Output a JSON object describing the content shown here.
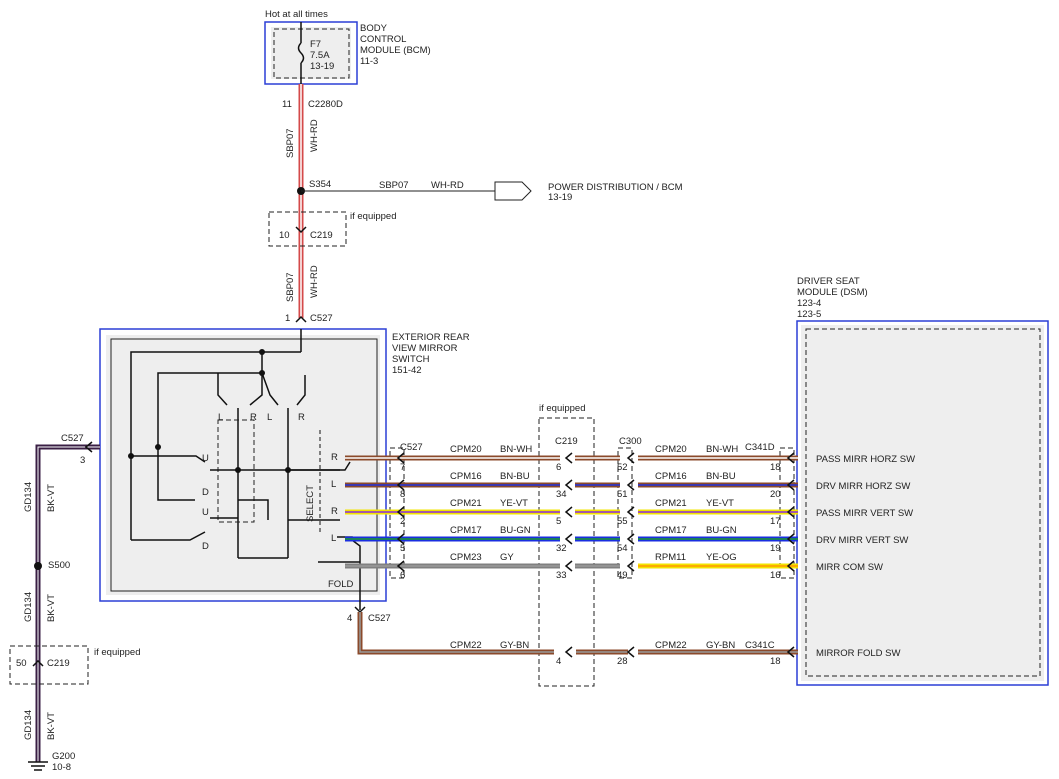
{
  "top": {
    "hot_label": "Hot at all times",
    "fuse": "F7",
    "fuse_amp": "7.5A",
    "fuse_ref": "13-19",
    "bcm_title_1": "BODY",
    "bcm_title_2": "CONTROL",
    "bcm_title_3": "MODULE (BCM)",
    "bcm_ref": "11-3",
    "pin_11": "11",
    "c2280d": "C2280D",
    "circuit_1": "SBP07",
    "color_1": "WH-RD",
    "splice": "S354",
    "branch_circuit": "SBP07",
    "branch_color": "WH-RD",
    "power_dist": "POWER DISTRIBUTION / BCM",
    "power_dist_ref": "13-19",
    "if_equipped_1": "if equipped",
    "pin_10": "10",
    "c219_top": "C219",
    "circuit_2": "SBP07",
    "color_2": "WH-RD",
    "pin_1": "1",
    "c527_top": "C527"
  },
  "mirror_switch": {
    "title_1": "EXTERIOR REAR",
    "title_2": "VIEW MIRROR",
    "title_3": "SWITCH",
    "ref": "151-42",
    "fold": "FOLD",
    "select": "SELECT",
    "sw_L1": "L",
    "sw_R1": "R",
    "sw_L2": "L",
    "sw_R2": "R",
    "sw_U1": "U",
    "sw_D1": "D",
    "sw_U2": "U",
    "sw_D2": "D",
    "sel_R1": "R",
    "sel_L1": "L",
    "sel_R2": "R",
    "sel_L2": "L"
  },
  "left": {
    "c527": "C527",
    "pin_3": "3",
    "circuit_a": "GD134",
    "color_a": "BK-VT",
    "splice": "S500",
    "circuit_b": "GD134",
    "color_b": "BK-VT",
    "pin_50": "50",
    "c219": "C219",
    "if_equipped": "if equipped",
    "circuit_c": "GD134",
    "color_c": "BK-VT",
    "ground": "G200",
    "ground_ref": "10-8"
  },
  "middle": {
    "c527": "C527",
    "c219": "C219",
    "c300": "C300",
    "if_equipped": "if equipped",
    "c527_bottom": "C527",
    "pin_4_c527": "4"
  },
  "dsm": {
    "title_1": "DRIVER SEAT",
    "title_2": "MODULE (DSM)",
    "ref_1": "123-4",
    "ref_2": "123-5",
    "c341d": "C341D",
    "c341c": "C341C"
  },
  "wires": [
    {
      "pin_left": "7",
      "circuit_l": "CPM20",
      "color_l": "BN-WH",
      "pin_c219": "6",
      "pin_c300": "52",
      "circuit_r": "CPM20",
      "color_r": "BN-WH",
      "pin_dsm": "18",
      "signal": "PASS MIRR HORZ SW",
      "c1": "#8b4a2b",
      "c2": "#ffffff"
    },
    {
      "pin_left": "8",
      "circuit_l": "CPM16",
      "color_l": "BN-BU",
      "pin_c219": "34",
      "pin_c300": "51",
      "circuit_r": "CPM16",
      "color_r": "BN-BU",
      "pin_dsm": "20",
      "signal": "DRV MIRR HORZ SW",
      "c1": "#8b4a2b",
      "c2": "#2233dd"
    },
    {
      "pin_left": "2",
      "circuit_l": "CPM21",
      "color_l": "YE-VT",
      "pin_c219": "5",
      "pin_c300": "55",
      "circuit_r": "CPM21",
      "color_r": "YE-VT",
      "pin_dsm": "17",
      "signal": "PASS MIRR VERT SW",
      "c1": "#f2e400",
      "c2": "#8a2be2"
    },
    {
      "pin_left": "5",
      "circuit_l": "CPM17",
      "color_l": "BU-GN",
      "pin_c219": "32",
      "pin_c300": "54",
      "circuit_r": "CPM17",
      "color_r": "BU-GN",
      "pin_dsm": "19",
      "signal": "DRV MIRR VERT SW",
      "c1": "#1a2ee0",
      "c2": "#1a9a2e"
    },
    {
      "pin_left": "6",
      "circuit_l": "CPM23",
      "color_l": "GY",
      "pin_c219": "33",
      "pin_c300": "49",
      "circuit_r": "RPM11",
      "color_r": "YE-OG",
      "pin_dsm": "16",
      "signal": "MIRR COM SW",
      "c1": "#808080",
      "c2": "#f2e400"
    }
  ],
  "fold_wire": {
    "circuit_l": "CPM22",
    "color_l": "GY-BN",
    "pin_c219": "4",
    "pin_c300": "28",
    "circuit_r": "CPM22",
    "color_r": "GY-BN",
    "pin_dsm": "18",
    "signal": "MIRROR FOLD SW"
  },
  "colors": {
    "module_border": "#2b3fd6",
    "module_fill": "#eeeeee",
    "wire_wh_rd": "#d44a4a",
    "wire_bk_vt": "#3a1f44"
  }
}
